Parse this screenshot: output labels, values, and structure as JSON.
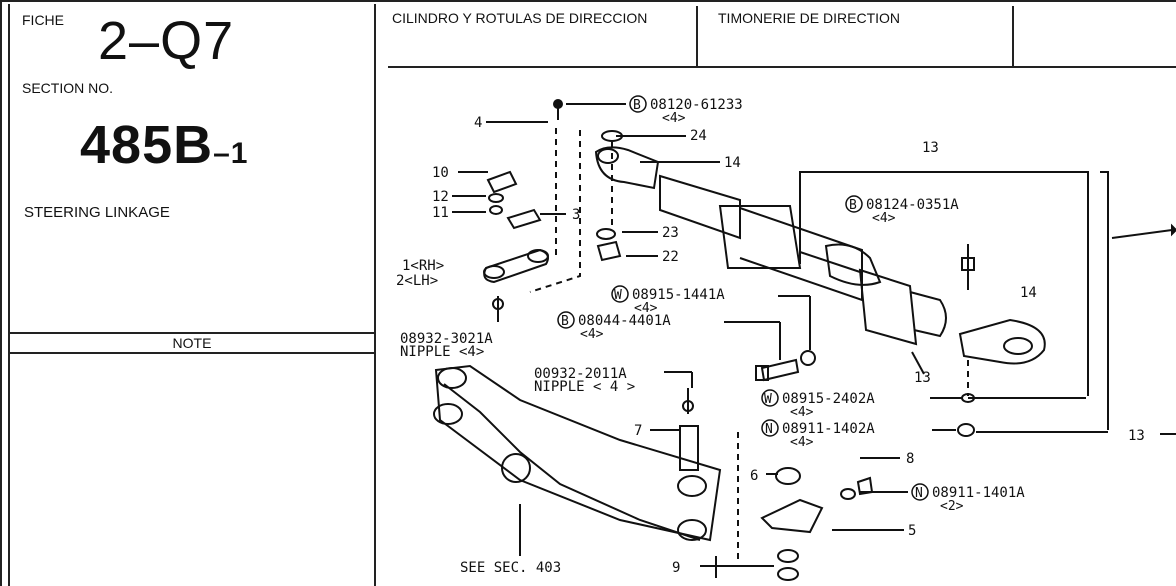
{
  "left": {
    "fiche_label": "FICHE",
    "fiche_number": "2–Q7",
    "section_label": "SECTION NO.",
    "section_number": "485B",
    "section_suffix": "–1",
    "title": "STEERING LINKAGE",
    "note_label": "NOTE"
  },
  "header": {
    "title_es": "CILINDRO Y ROTULAS DE DIRECCION",
    "title_fr": "TIMONERIE DE DIRECTION"
  },
  "callouts": {
    "c4": "4",
    "c10": "10",
    "c12": "12",
    "c11": "11",
    "c3": "3",
    "c1": "1<RH>",
    "c2": "2<LH>",
    "p1": "08120-61233",
    "p1q": "<4>",
    "c24": "24",
    "c14a": "14",
    "c23": "23",
    "c22": "22",
    "c13a": "13",
    "c14b": "14",
    "c13b": "13",
    "c13c": "13",
    "p2": "08124-0351A",
    "p2q": "<4>",
    "p3": "08915-1441A",
    "p3q": "<4>",
    "p4": "08044-4401A",
    "p4q": "<4>",
    "p5": "08932-3021A",
    "p5n": "NIPPLE <4>",
    "p6": "00932-2011A",
    "p6n": "NIPPLE < 4 >",
    "c7": "7",
    "c6": "6",
    "c8": "8",
    "c5": "5",
    "c9": "9",
    "p7": "08915-2402A",
    "p7q": "<4>",
    "p8": "08911-1402A",
    "p8q": "<4>",
    "p9": "08911-1401A",
    "p9q": "<2>",
    "see": "SEE SEC. 403",
    "B": "B",
    "W": "W",
    "N": "N"
  }
}
